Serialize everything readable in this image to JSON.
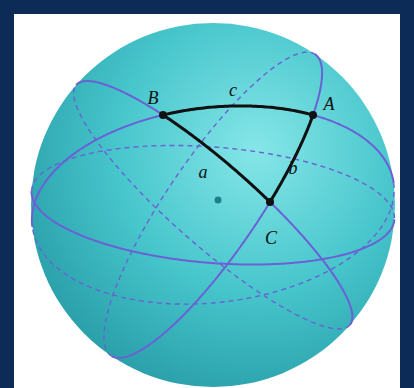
{
  "diagram": {
    "labels": [
      "B",
      "c",
      "A",
      "a",
      "b",
      "C"
    ]
  }
}
